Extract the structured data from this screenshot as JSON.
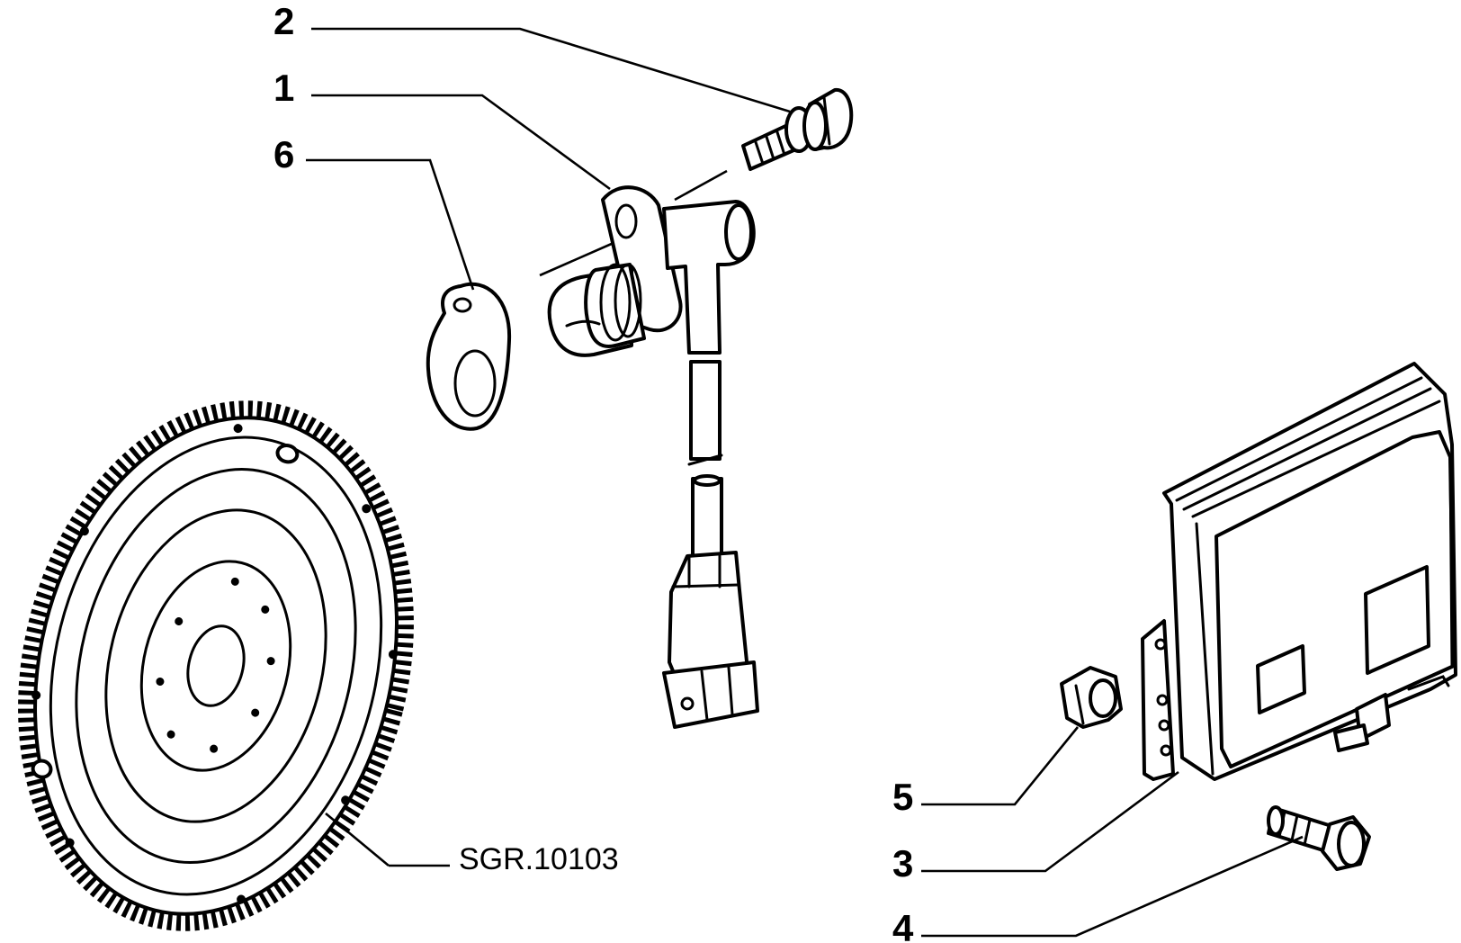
{
  "callouts": {
    "c1": "1",
    "c2": "2",
    "c3": "3",
    "c4": "4",
    "c5": "5",
    "c6": "6"
  },
  "reference": "SGR.10103"
}
